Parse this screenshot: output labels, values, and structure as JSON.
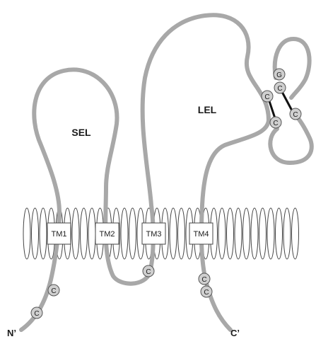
{
  "diagram": {
    "loop_labels": {
      "small": "SEL",
      "large": "LEL"
    },
    "transmembrane": [
      "TM1",
      "TM2",
      "TM3",
      "TM4"
    ],
    "termini": {
      "n": "N’",
      "c": "C’"
    },
    "residues": [
      "C",
      "C",
      "C",
      "C",
      "C",
      "G",
      "C",
      "C",
      "C",
      "C"
    ],
    "colors": {
      "chain": "#a8a8a8",
      "membrane_stroke": "#444444",
      "residue_fill": "#cfcfcf",
      "residue_stroke": "#555555",
      "disulfide": "#111111"
    }
  }
}
